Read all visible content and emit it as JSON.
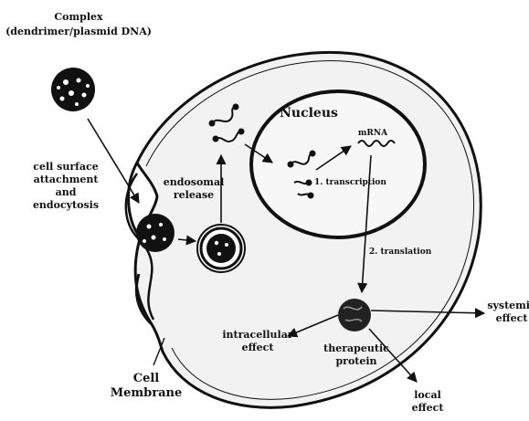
{
  "labels": {
    "complex_line1": "Complex",
    "complex_line2": "(dendrimer/plasmid DNA)",
    "surface_line1": "cell surface",
    "surface_line2": "attachment",
    "surface_line3": "and",
    "surface_line4": "endocytosis",
    "endosomal_line1": "endosomal",
    "endosomal_line2": "release",
    "nucleus": "Nucleus",
    "mrna": "mRNA",
    "transcription": "1. transcription",
    "translation": "2. translation",
    "systemic_line1": "systemic",
    "systemic_line2": "effect",
    "intracellular_line1": "intracellular",
    "intracellular_line2": "effect",
    "therapeutic_line1": "therapeutic",
    "therapeutic_line2": "protein",
    "membrane_line1": "Cell",
    "membrane_line2": "Membrane",
    "local_line1": "local",
    "local_line2": "effect"
  },
  "colors": {
    "ink": "#111111",
    "cell_fill": "#f2f2f2",
    "background": "#ffffff"
  }
}
